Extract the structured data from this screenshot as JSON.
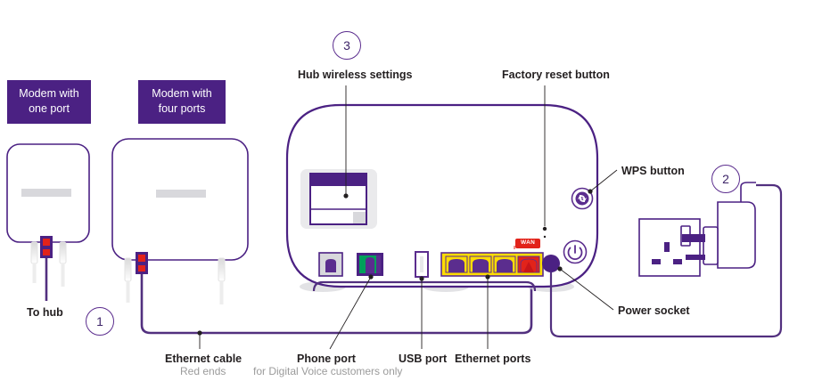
{
  "diagram": {
    "title": "Hub connection setup diagram",
    "colors": {
      "purple": "#4b2183",
      "purple_line": "#52307f",
      "red": "#e2231a",
      "green": "#00a05a",
      "yellow": "#ffdd00",
      "gray": "#d8d8dc",
      "text": "#231f20",
      "subtext": "#9b9b9b"
    }
  },
  "badges": [
    {
      "id": "modem-one-port",
      "line1": "Modem with",
      "line2": "one port"
    },
    {
      "id": "modem-four-ports",
      "line1": "Modem with",
      "line2": "four ports"
    }
  ],
  "steps": [
    {
      "id": "step-1",
      "number": "1"
    },
    {
      "id": "step-2",
      "number": "2"
    },
    {
      "id": "step-3",
      "number": "3"
    }
  ],
  "labels": {
    "to_hub": "To hub",
    "hub_wireless_settings": "Hub wireless settings",
    "factory_reset_button": "Factory reset button",
    "wps_button": "WPS button",
    "power_socket": "Power socket",
    "ethernet_cable": "Ethernet cable",
    "ethernet_cable_sub": "Red ends",
    "phone_port": "Phone port",
    "phone_port_sub": "for Digital Voice customers only",
    "usb_port": "USB port",
    "ethernet_ports": "Ethernet ports"
  },
  "ports": {
    "wan_label": "WAN",
    "ethernet_count": 4,
    "usb_count": 1,
    "phone_count": 1
  },
  "icons": {
    "wps": "wps-icon",
    "power": "power-icon",
    "reset": "reset-pinhole-icon"
  }
}
